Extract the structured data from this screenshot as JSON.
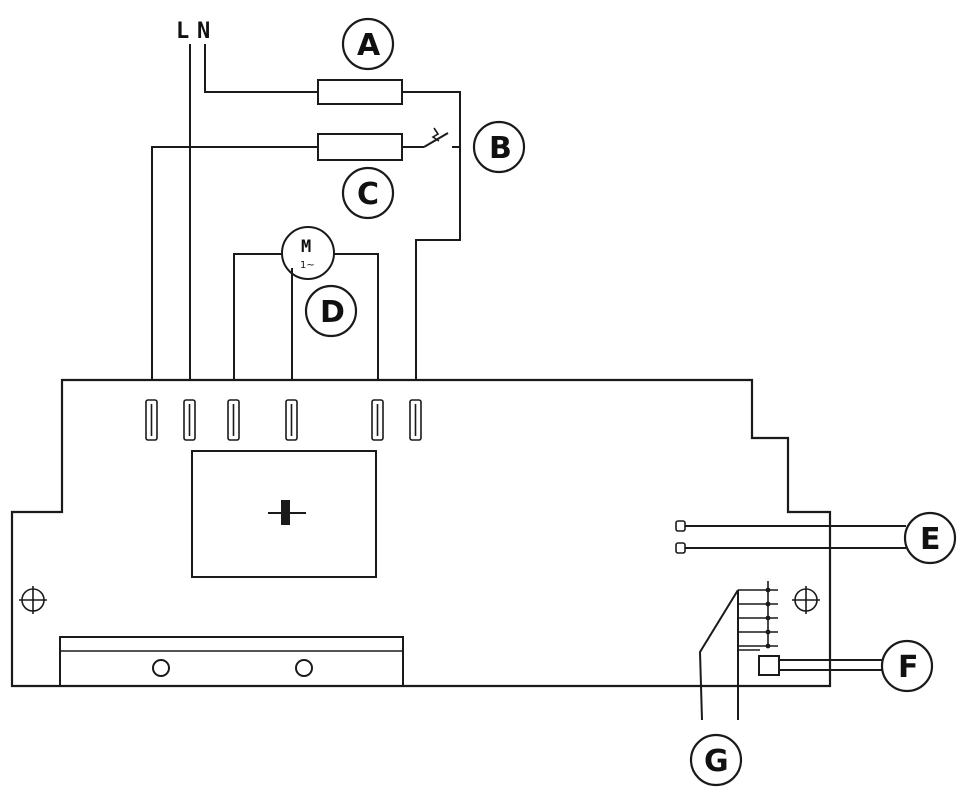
{
  "supply": {
    "line": "L",
    "neutral": "N"
  },
  "callouts": {
    "a": "A",
    "b": "B",
    "c": "C",
    "d": "D",
    "e": "E",
    "f": "F",
    "g": "G"
  },
  "motor": {
    "symbol": "M",
    "phase": "1~"
  }
}
